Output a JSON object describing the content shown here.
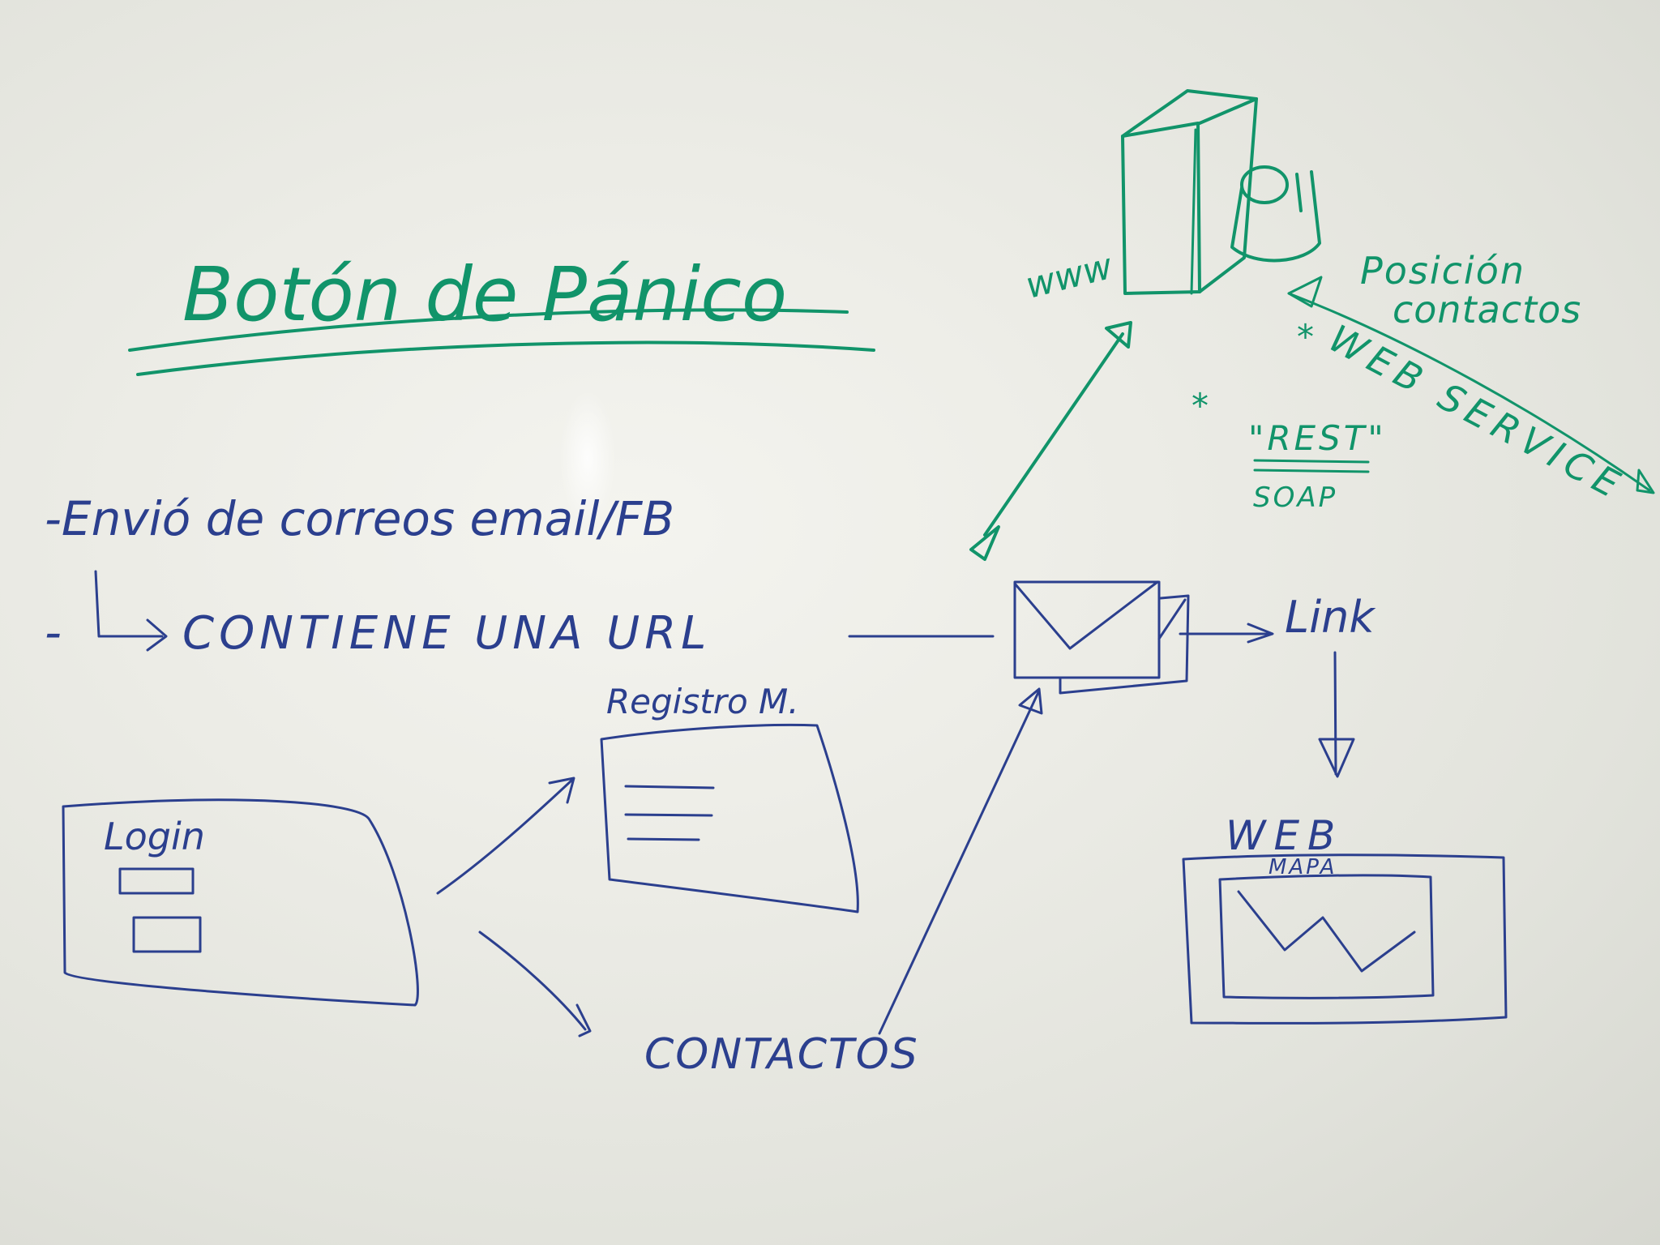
{
  "title": "Botón de Pánico",
  "bullets": {
    "line1": "-Envió de correos email/FB",
    "line2_prefix": "-",
    "line2": "CONTIENE UNA URL"
  },
  "screens": {
    "login_label": "Login",
    "registro_label": "Registro M.",
    "contactos_label": "CONTACTOS"
  },
  "server": {
    "www_label": "www",
    "posicion_label": "Posición",
    "contactos_label": "contactos",
    "web_service_label": "WEB SERVICE",
    "rest_label": "\"REST\"",
    "soap_label": "SOAP",
    "bullet_mark": "*"
  },
  "flow": {
    "link_label": "Link",
    "web_label": "WEB",
    "mapa_label": "MAPA"
  },
  "colors": {
    "blue_marker": "#2b3f8e",
    "green_marker": "#11946a",
    "board": "#ecece6"
  }
}
